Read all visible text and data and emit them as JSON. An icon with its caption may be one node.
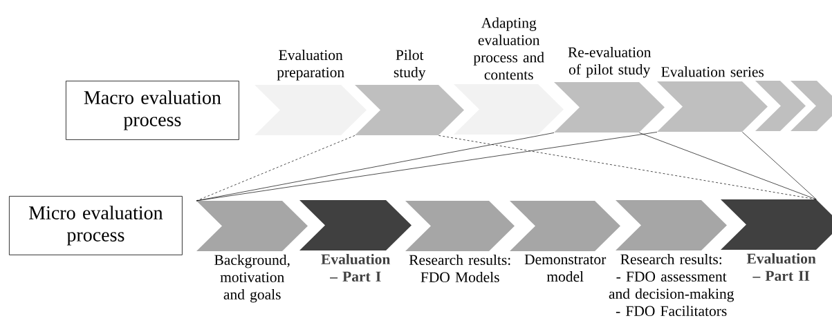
{
  "diagram": {
    "nodes": [
      {
        "text": [
          "Macro evaluation process"
        ]
      },
      {
        "text": [
          "Evaluation preparation"
        ]
      },
      {
        "text": [
          "Pilot study"
        ]
      },
      {
        "text": [
          "Adapting evaluation process and contents"
        ]
      },
      {
        "text": [
          "Re-evaluation of pilot study"
        ]
      },
      {
        "text": [
          "Evaluation series"
        ]
      },
      {
        "text": [],
        "shape": "chevron"
      },
      {
        "text": [],
        "shape": "chevron"
      },
      {
        "text": [
          "Micro evaluation process"
        ]
      },
      {
        "text": [
          "Background, motivation and goals"
        ]
      },
      {
        "text": [
          "Evaluation – Part I"
        ]
      },
      {
        "text": [
          "Research results: FDO Models"
        ]
      },
      {
        "text": [
          "Demonstrator model"
        ]
      },
      {
        "text": [
          "Research results:",
          "- FDO assessment and decision-making",
          "- FDO Facilitators"
        ]
      },
      {
        "text": [
          "Evaluation – Part II"
        ]
      }
    ],
    "edges": [
      {
        "from": 2,
        "to": 9,
        "arrow": "none",
        "style": "dashed"
      },
      {
        "from": 4,
        "to": 9,
        "arrow": "none"
      },
      {
        "from": 5,
        "to": 9,
        "arrow": "none"
      },
      {
        "from": 2,
        "to": 14,
        "arrow": "none",
        "style": "dashed"
      },
      {
        "from": 4,
        "to": 14,
        "arrow": "none"
      },
      {
        "from": 5,
        "to": 14,
        "arrow": "none"
      }
    ]
  }
}
